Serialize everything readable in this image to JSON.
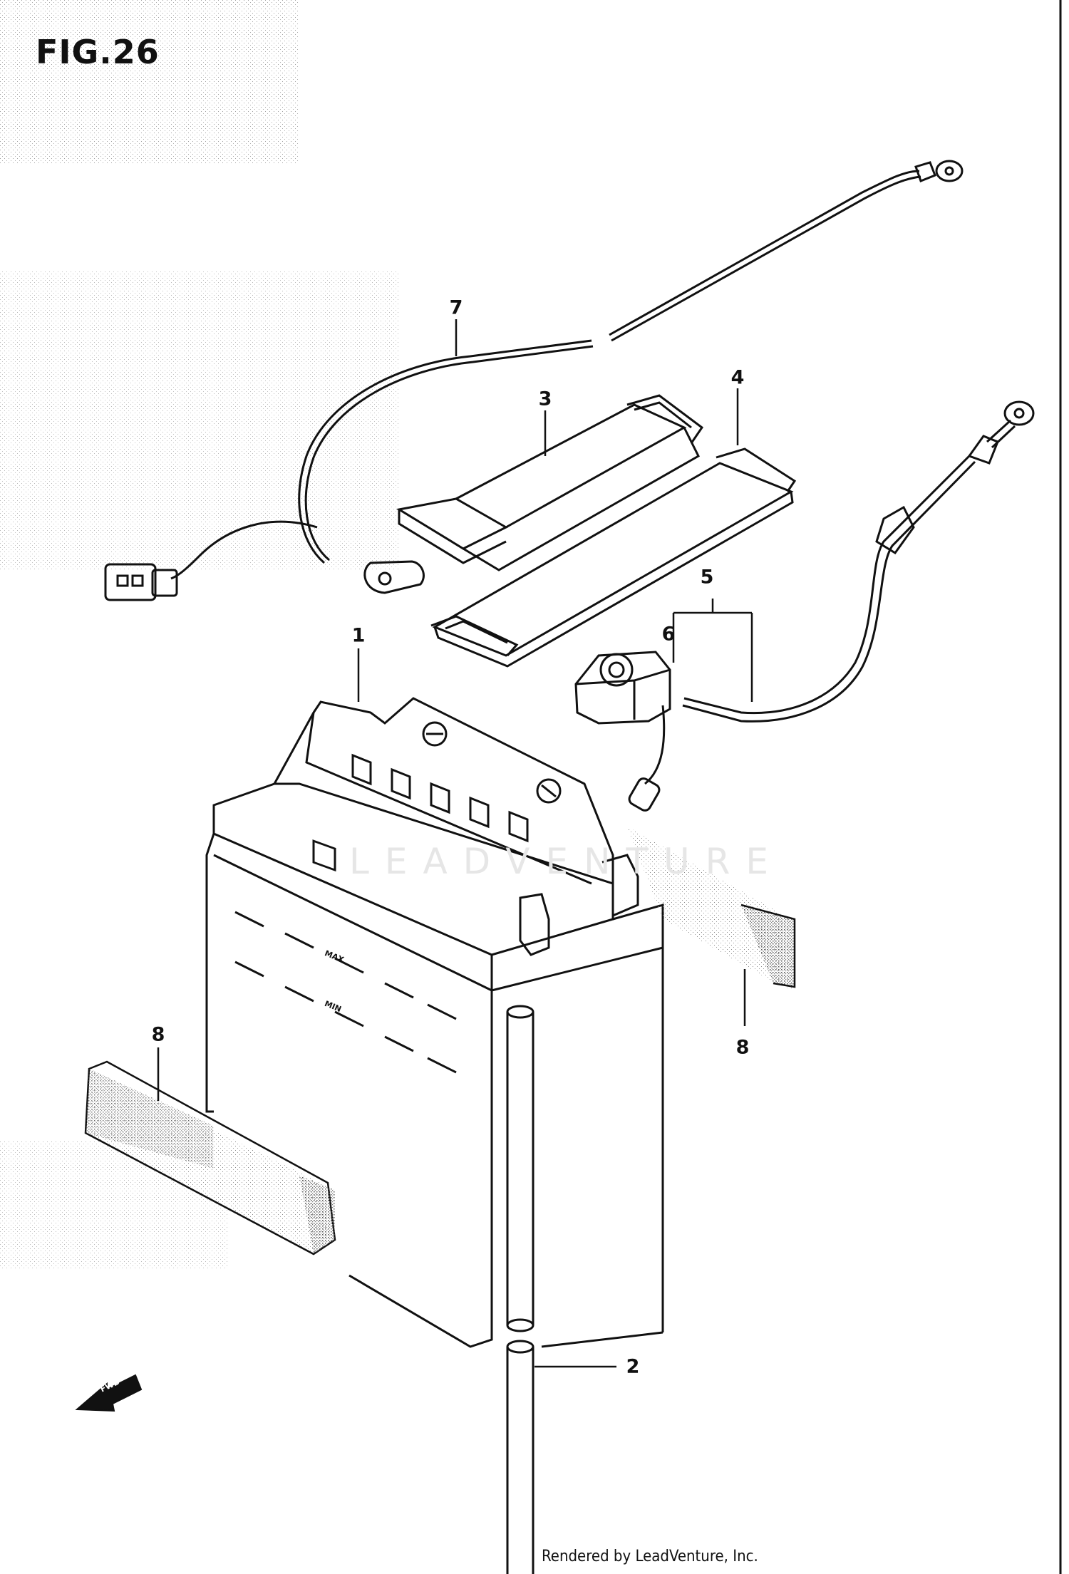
{
  "figure": {
    "title": "FIG.26"
  },
  "callouts": [
    {
      "id": "1",
      "label": "1"
    },
    {
      "id": "2",
      "label": "2"
    },
    {
      "id": "3",
      "label": "3"
    },
    {
      "id": "4",
      "label": "4"
    },
    {
      "id": "5",
      "label": "5"
    },
    {
      "id": "6",
      "label": "6"
    },
    {
      "id": "7",
      "label": "7"
    },
    {
      "id": "8a",
      "label": "8"
    },
    {
      "id": "8b",
      "label": "8"
    }
  ],
  "battery": {
    "max_label": "MAX",
    "min_label": "MIN"
  },
  "direction_arrow": {
    "label": "FWD",
    "icon": "arrow-icon"
  },
  "watermark": {
    "text": "LEADVENTURE"
  },
  "footer": {
    "credit": "Rendered by LeadVenture, Inc."
  },
  "colors": {
    "line": "#111111",
    "stipple": "#888888"
  }
}
